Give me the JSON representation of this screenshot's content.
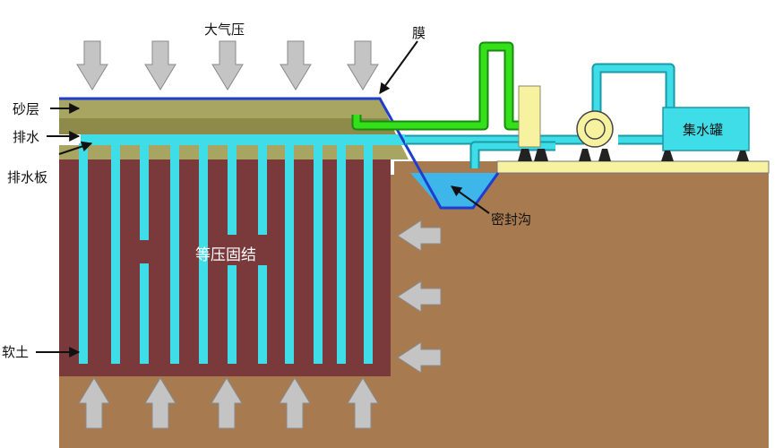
{
  "labels": {
    "atmospheric_pressure": "大气压",
    "membrane": "膜",
    "sand_layer": "砂层",
    "drainage": "排水",
    "drain_board": "排水板",
    "soft_soil": "软土",
    "equal_pressure_consolidation": "等压固结",
    "sealing_trench": "密封沟",
    "water_tank": "集水罐"
  },
  "colors": {
    "soil_brown": "#a87a50",
    "soft_soil_red": "#7a3a3c",
    "sand_olive": "#a8a462",
    "drain_cyan": "#3fdde8",
    "membrane_blue": "#1e3ed0",
    "trench_water": "#3fb6ea",
    "pipe_green": "#33e01a",
    "platform_yellow": "#f6f2a0",
    "arrow_gray": "#c4c4c4"
  },
  "icons": {
    "arrow_down": "arrow-down-icon",
    "arrow_up": "arrow-up-icon",
    "arrow_left": "arrow-left-icon",
    "pump": "pump-icon",
    "filter": "filter-icon",
    "tank": "water-tank-icon"
  }
}
